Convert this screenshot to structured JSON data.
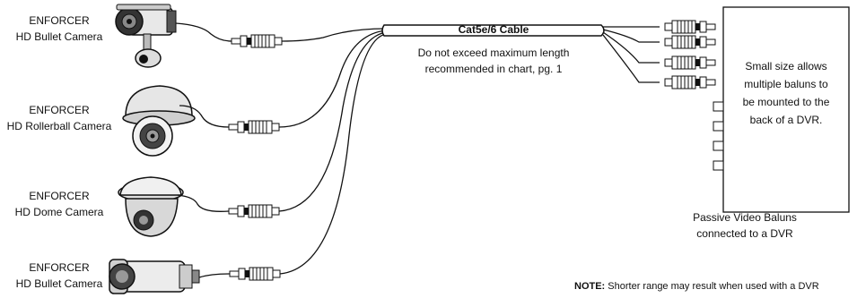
{
  "cameras": [
    {
      "line1": "ENFORCER",
      "line2": "HD Bullet Camera"
    },
    {
      "line1": "ENFORCER",
      "line2": "HD Rollerball Camera"
    },
    {
      "line1": "ENFORCER",
      "line2": "HD Dome Camera"
    },
    {
      "line1": "ENFORCER",
      "line2": "HD Bullet Camera"
    }
  ],
  "cable": {
    "title": "Cat5e/6 Cable",
    "note_line1": "Do not exceed maximum length",
    "note_line2": "recommended in chart, pg. 1"
  },
  "dvr": {
    "line1": "Small size allows",
    "line2": "multiple baluns to",
    "line3": "be mounted to the",
    "line4": "back of a DVR."
  },
  "baluns_caption": {
    "line1": "Passive Video Baluns",
    "line2": "connected to a DVR"
  },
  "note": {
    "label": "NOTE:",
    "text": " Shorter range may result when used with a DVR"
  }
}
